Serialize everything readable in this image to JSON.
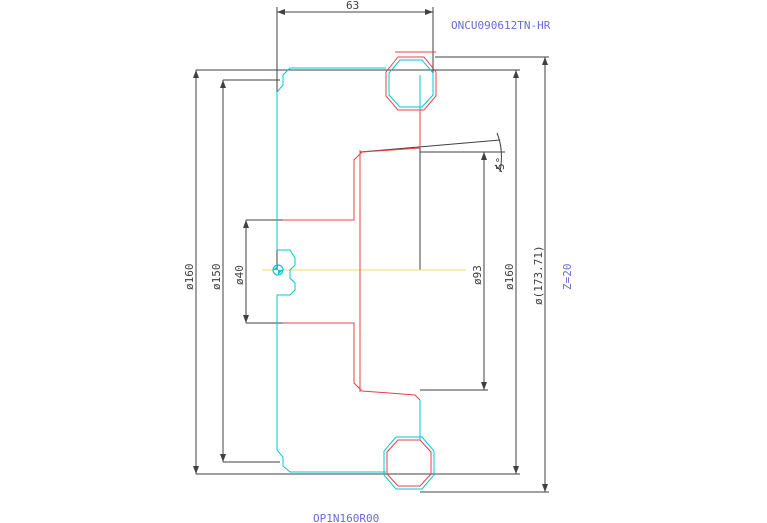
{
  "drawing": {
    "insert_code": "ONCU090612TN-HR",
    "cutter_code": "OP1N160R00",
    "teeth_label": "Z=20",
    "dims": {
      "width_top": "63",
      "dia_160_left": "ø160",
      "dia_150": "ø150",
      "dia_40": "ø40",
      "dia_93": "ø93",
      "dia_160_right": "ø160",
      "dia_173": "ø(173.71)",
      "angle": "5°"
    },
    "colors": {
      "dimension": "#404040",
      "profile": "#00c8d8",
      "insert": "#e8404a",
      "annotation": "#6a6ad8",
      "axis": "#e8e060"
    }
  }
}
